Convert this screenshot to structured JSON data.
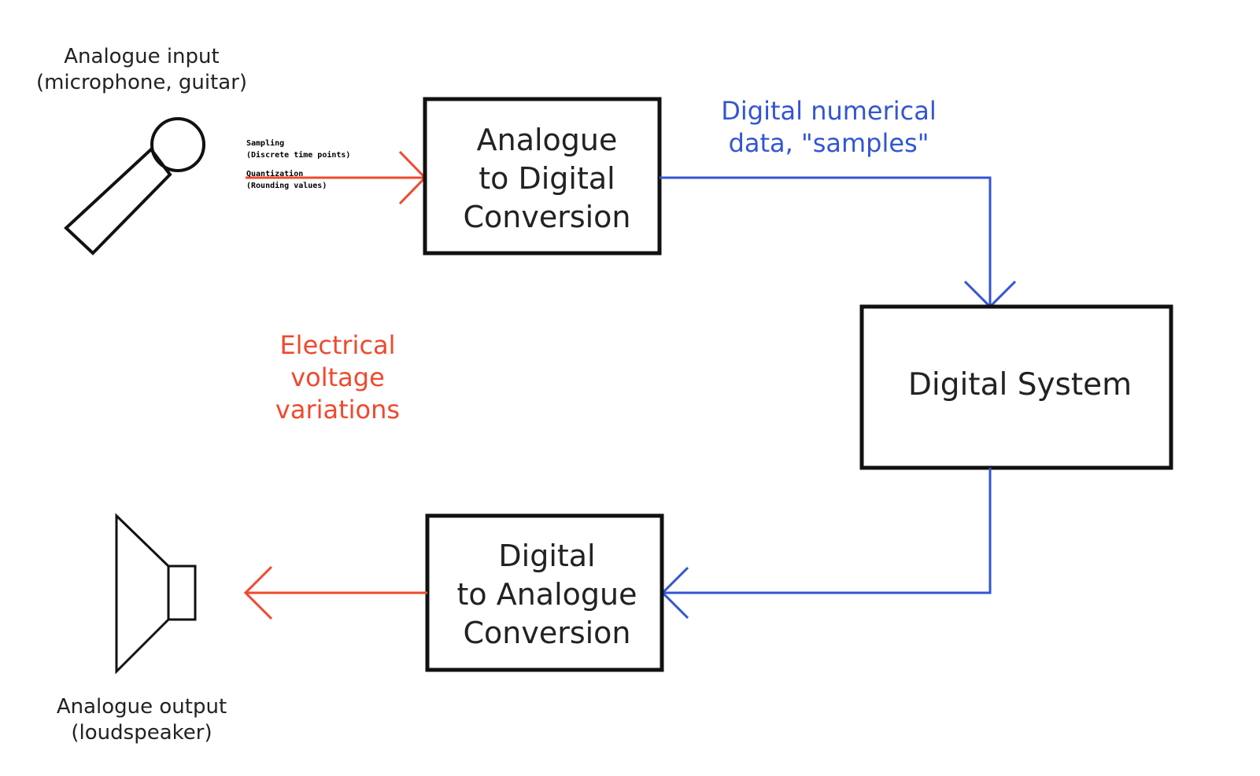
{
  "input_label": {
    "line1": "Analogue input",
    "line2": "(microphone, guitar)"
  },
  "output_label": {
    "line1": "Analogue output",
    "line2": "(loudspeaker)"
  },
  "adc_box": {
    "line1": "Analogue",
    "line2": "to Digital",
    "line3": "Conversion"
  },
  "dac_box": {
    "line1": "Digital",
    "line2": "to Analogue",
    "line3": "Conversion"
  },
  "digital_system_box": {
    "label": "Digital System"
  },
  "digital_data_label": {
    "line1": "Digital numerical",
    "line2": "data, \"samples\""
  },
  "voltage_label": {
    "line1": "Electrical",
    "line2": "voltage",
    "line3": "variations"
  },
  "adc_notes": {
    "line1": "Sampling",
    "line2": "(Discrete time points)",
    "line3": "Quantization",
    "line4": "(Rounding values)"
  },
  "colors": {
    "analogue_signal": "#f0492e",
    "digital_signal": "#3355d4",
    "outline": "#111111"
  },
  "icons": [
    "microphone-icon",
    "loudspeaker-icon"
  ]
}
